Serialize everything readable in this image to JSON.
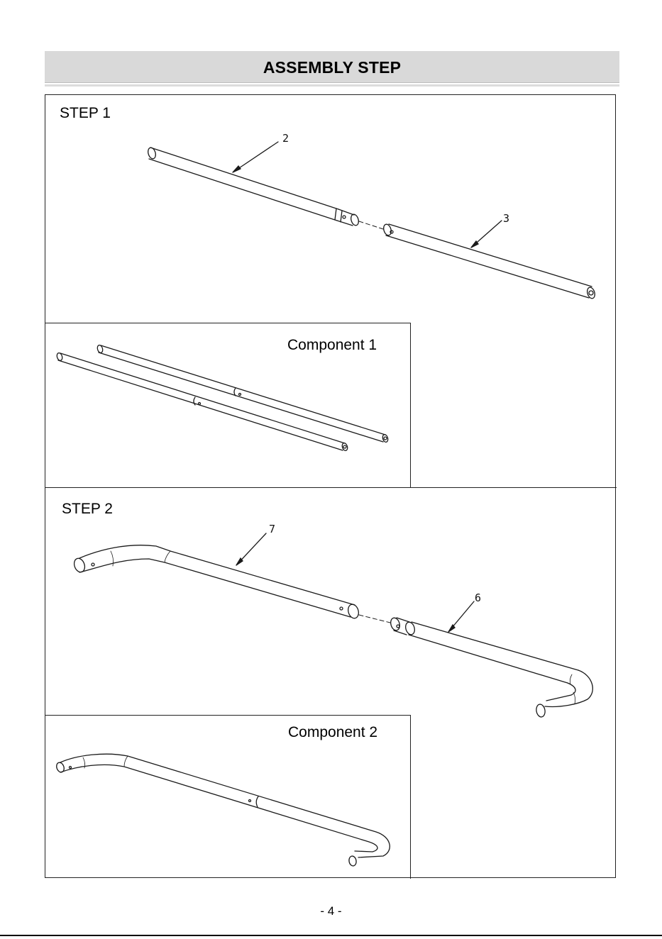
{
  "header": {
    "title": "ASSEMBLY STEP"
  },
  "steps": [
    {
      "label": "STEP 1",
      "callouts": [
        "2",
        "3"
      ],
      "component_label": "Component 1"
    },
    {
      "label": "STEP 2",
      "callouts": [
        "7",
        "6"
      ],
      "component_label": "Component 2"
    }
  ],
  "footer": {
    "page_number": "- 4 -"
  }
}
